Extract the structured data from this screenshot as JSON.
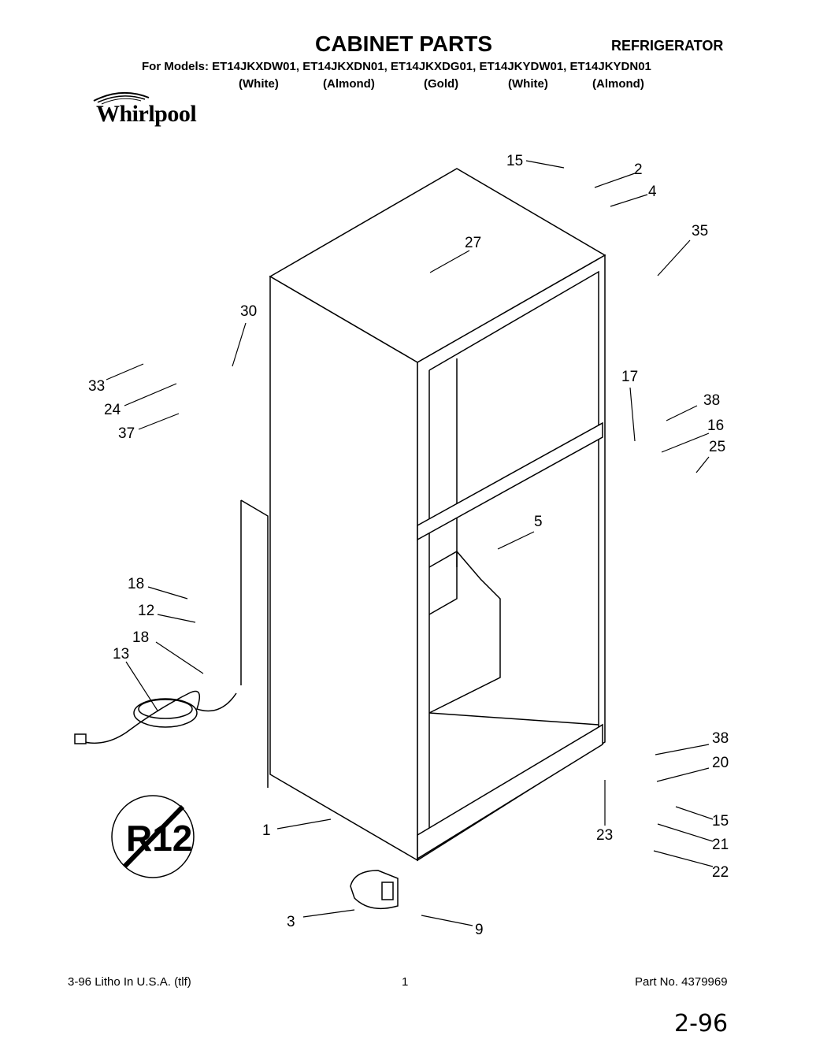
{
  "header": {
    "title": "CABINET PARTS",
    "appliance": "REFRIGERATOR",
    "models_line": "For Models: ET14JKXDW01, ET14JKXDN01, ET14JKXDG01, ET14JKYDW01, ET14JKYDN01",
    "colors": [
      "(White)",
      "(Almond)",
      "(Gold)",
      "(White)",
      "(Almond)"
    ]
  },
  "brand": {
    "name": "Whirlpool",
    "logo_icon": "whirlpool-swirl-icon"
  },
  "badge": {
    "text": "R12",
    "icon": "no-r12-icon"
  },
  "callouts": [
    "15",
    "2",
    "4",
    "35",
    "27",
    "30",
    "33",
    "24",
    "37",
    "17",
    "38",
    "16",
    "25",
    "5",
    "18",
    "12",
    "18",
    "13",
    "38",
    "20",
    "1",
    "15",
    "23",
    "21",
    "22",
    "3",
    "9"
  ],
  "footer": {
    "litho": "3-96 Litho In U.S.A. (tlf)",
    "page": "1",
    "part_no": "Part No. 4379969",
    "handwritten": "2-96"
  }
}
